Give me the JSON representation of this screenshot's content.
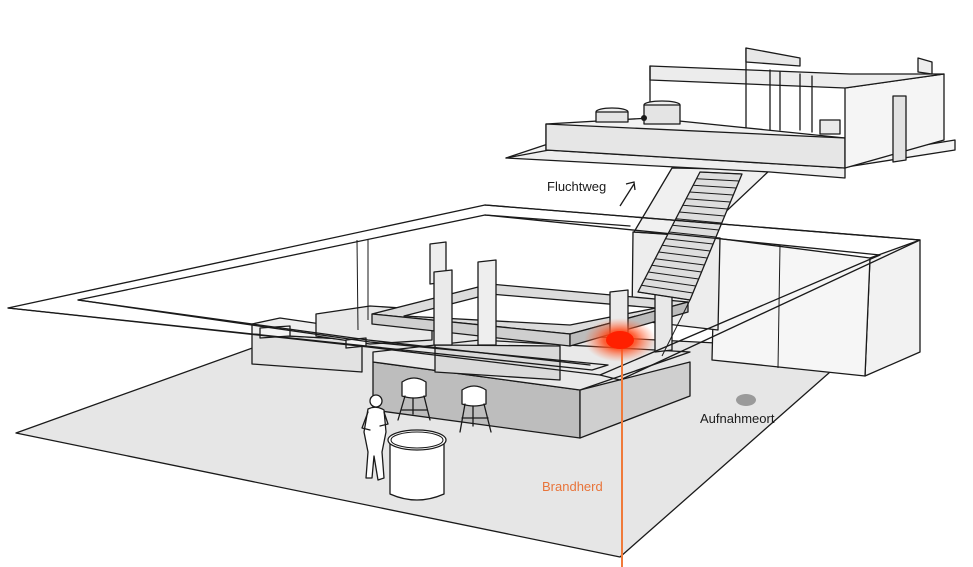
{
  "labels": {
    "escape_route": "Fluchtweg",
    "fire_origin": "Brandherd",
    "recording_location": "Aufnahmeort"
  },
  "colors": {
    "fire": "#ff3a12",
    "fire_line": "#f07a3a",
    "fire_label": "#e8743a",
    "floor": "#e6e6e6",
    "wall": "#f2f2f2",
    "bar_dark": "#bdbdbd",
    "marker": "#9a9a9a"
  },
  "icons": {
    "escape_arrow": "arrow-up-right-icon",
    "fire": "fire-glow-icon",
    "location": "location-dot-icon"
  }
}
